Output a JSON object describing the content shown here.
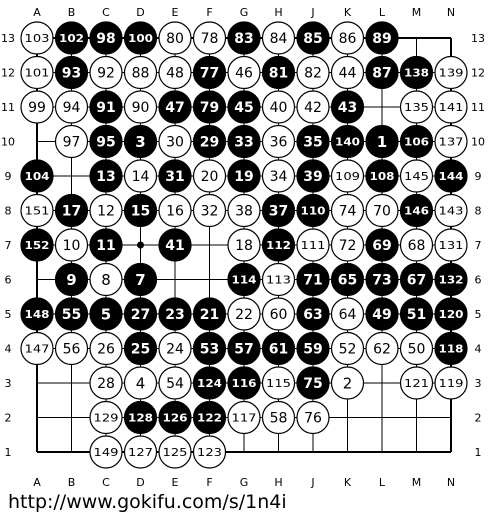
{
  "columns": [
    "A",
    "B",
    "C",
    "D",
    "E",
    "F",
    "G",
    "H",
    "J",
    "K",
    "L",
    "M",
    "N"
  ],
  "rows": [
    "13",
    "12",
    "11",
    "10",
    "9",
    "8",
    "7",
    "6",
    "5",
    "4",
    "3",
    "2",
    "1"
  ],
  "colors": {
    "black_stone": "#000000",
    "white_stone": "#ffffff",
    "line": "#000000",
    "background": "#ffffff"
  },
  "star_points": [
    [
      3,
      6
    ]
  ],
  "stones": [
    {
      "c": 0,
      "r": 0,
      "color": "W",
      "label": "103"
    },
    {
      "c": 1,
      "r": 0,
      "color": "B",
      "label": "102"
    },
    {
      "c": 2,
      "r": 0,
      "color": "B",
      "label": "98"
    },
    {
      "c": 3,
      "r": 0,
      "color": "B",
      "label": "100"
    },
    {
      "c": 4,
      "r": 0,
      "color": "W",
      "label": "80"
    },
    {
      "c": 5,
      "r": 0,
      "color": "W",
      "label": "78"
    },
    {
      "c": 6,
      "r": 0,
      "color": "B",
      "label": "83"
    },
    {
      "c": 7,
      "r": 0,
      "color": "W",
      "label": "84"
    },
    {
      "c": 8,
      "r": 0,
      "color": "B",
      "label": "85"
    },
    {
      "c": 9,
      "r": 0,
      "color": "W",
      "label": "86"
    },
    {
      "c": 10,
      "r": 0,
      "color": "B",
      "label": "89"
    },
    {
      "c": 0,
      "r": 1,
      "color": "W",
      "label": "101"
    },
    {
      "c": 1,
      "r": 1,
      "color": "B",
      "label": "93"
    },
    {
      "c": 2,
      "r": 1,
      "color": "W",
      "label": "92"
    },
    {
      "c": 3,
      "r": 1,
      "color": "W",
      "label": "88"
    },
    {
      "c": 4,
      "r": 1,
      "color": "W",
      "label": "48"
    },
    {
      "c": 5,
      "r": 1,
      "color": "B",
      "label": "77"
    },
    {
      "c": 6,
      "r": 1,
      "color": "W",
      "label": "46"
    },
    {
      "c": 7,
      "r": 1,
      "color": "B",
      "label": "81"
    },
    {
      "c": 8,
      "r": 1,
      "color": "W",
      "label": "82"
    },
    {
      "c": 9,
      "r": 1,
      "color": "W",
      "label": "44"
    },
    {
      "c": 10,
      "r": 1,
      "color": "B",
      "label": "87"
    },
    {
      "c": 11,
      "r": 1,
      "color": "B",
      "label": "138"
    },
    {
      "c": 12,
      "r": 1,
      "color": "W",
      "label": "139"
    },
    {
      "c": 0,
      "r": 2,
      "color": "W",
      "label": "99"
    },
    {
      "c": 1,
      "r": 2,
      "color": "W",
      "label": "94"
    },
    {
      "c": 2,
      "r": 2,
      "color": "B",
      "label": "91"
    },
    {
      "c": 3,
      "r": 2,
      "color": "W",
      "label": "90"
    },
    {
      "c": 4,
      "r": 2,
      "color": "B",
      "label": "47"
    },
    {
      "c": 5,
      "r": 2,
      "color": "B",
      "label": "79"
    },
    {
      "c": 6,
      "r": 2,
      "color": "B",
      "label": "45"
    },
    {
      "c": 7,
      "r": 2,
      "color": "W",
      "label": "40"
    },
    {
      "c": 8,
      "r": 2,
      "color": "W",
      "label": "42"
    },
    {
      "c": 9,
      "r": 2,
      "color": "B",
      "label": "43"
    },
    {
      "c": 11,
      "r": 2,
      "color": "W",
      "label": "135"
    },
    {
      "c": 12,
      "r": 2,
      "color": "W",
      "label": "141"
    },
    {
      "c": 1,
      "r": 3,
      "color": "W",
      "label": "97"
    },
    {
      "c": 2,
      "r": 3,
      "color": "B",
      "label": "95"
    },
    {
      "c": 3,
      "r": 3,
      "color": "B",
      "label": "3"
    },
    {
      "c": 4,
      "r": 3,
      "color": "W",
      "label": "30"
    },
    {
      "c": 5,
      "r": 3,
      "color": "B",
      "label": "29"
    },
    {
      "c": 6,
      "r": 3,
      "color": "B",
      "label": "33"
    },
    {
      "c": 7,
      "r": 3,
      "color": "W",
      "label": "36"
    },
    {
      "c": 8,
      "r": 3,
      "color": "B",
      "label": "35"
    },
    {
      "c": 9,
      "r": 3,
      "color": "B",
      "label": "140"
    },
    {
      "c": 10,
      "r": 3,
      "color": "B",
      "label": "1"
    },
    {
      "c": 11,
      "r": 3,
      "color": "B",
      "label": "106"
    },
    {
      "c": 12,
      "r": 3,
      "color": "W",
      "label": "137"
    },
    {
      "c": 0,
      "r": 4,
      "color": "B",
      "label": "104"
    },
    {
      "c": 2,
      "r": 4,
      "color": "B",
      "label": "13"
    },
    {
      "c": 3,
      "r": 4,
      "color": "W",
      "label": "14"
    },
    {
      "c": 4,
      "r": 4,
      "color": "B",
      "label": "31"
    },
    {
      "c": 5,
      "r": 4,
      "color": "W",
      "label": "20"
    },
    {
      "c": 6,
      "r": 4,
      "color": "B",
      "label": "19"
    },
    {
      "c": 7,
      "r": 4,
      "color": "W",
      "label": "34"
    },
    {
      "c": 8,
      "r": 4,
      "color": "B",
      "label": "39"
    },
    {
      "c": 9,
      "r": 4,
      "color": "W",
      "label": "109"
    },
    {
      "c": 10,
      "r": 4,
      "color": "B",
      "label": "108"
    },
    {
      "c": 11,
      "r": 4,
      "color": "W",
      "label": "145"
    },
    {
      "c": 12,
      "r": 4,
      "color": "B",
      "label": "144"
    },
    {
      "c": 0,
      "r": 5,
      "color": "W",
      "label": "151"
    },
    {
      "c": 1,
      "r": 5,
      "color": "B",
      "label": "17"
    },
    {
      "c": 2,
      "r": 5,
      "color": "W",
      "label": "12"
    },
    {
      "c": 3,
      "r": 5,
      "color": "B",
      "label": "15"
    },
    {
      "c": 4,
      "r": 5,
      "color": "W",
      "label": "16"
    },
    {
      "c": 5,
      "r": 5,
      "color": "W",
      "label": "32"
    },
    {
      "c": 6,
      "r": 5,
      "color": "W",
      "label": "38"
    },
    {
      "c": 7,
      "r": 5,
      "color": "B",
      "label": "37"
    },
    {
      "c": 8,
      "r": 5,
      "color": "B",
      "label": "110"
    },
    {
      "c": 9,
      "r": 5,
      "color": "W",
      "label": "74"
    },
    {
      "c": 10,
      "r": 5,
      "color": "W",
      "label": "70"
    },
    {
      "c": 11,
      "r": 5,
      "color": "B",
      "label": "146"
    },
    {
      "c": 12,
      "r": 5,
      "color": "W",
      "label": "143"
    },
    {
      "c": 0,
      "r": 6,
      "color": "B",
      "label": "152"
    },
    {
      "c": 1,
      "r": 6,
      "color": "W",
      "label": "10"
    },
    {
      "c": 2,
      "r": 6,
      "color": "B",
      "label": "11"
    },
    {
      "c": 4,
      "r": 6,
      "color": "B",
      "label": "41"
    },
    {
      "c": 6,
      "r": 6,
      "color": "W",
      "label": "18"
    },
    {
      "c": 7,
      "r": 6,
      "color": "B",
      "label": "112"
    },
    {
      "c": 8,
      "r": 6,
      "color": "W",
      "label": "111"
    },
    {
      "c": 9,
      "r": 6,
      "color": "W",
      "label": "72"
    },
    {
      "c": 10,
      "r": 6,
      "color": "B",
      "label": "69"
    },
    {
      "c": 11,
      "r": 6,
      "color": "W",
      "label": "68"
    },
    {
      "c": 12,
      "r": 6,
      "color": "W",
      "label": "131"
    },
    {
      "c": 1,
      "r": 7,
      "color": "B",
      "label": "9"
    },
    {
      "c": 2,
      "r": 7,
      "color": "W",
      "label": "8"
    },
    {
      "c": 3,
      "r": 7,
      "color": "B",
      "label": "7"
    },
    {
      "c": 6,
      "r": 7,
      "color": "B",
      "label": "114"
    },
    {
      "c": 7,
      "r": 7,
      "color": "W",
      "label": "113"
    },
    {
      "c": 8,
      "r": 7,
      "color": "B",
      "label": "71"
    },
    {
      "c": 9,
      "r": 7,
      "color": "B",
      "label": "65"
    },
    {
      "c": 10,
      "r": 7,
      "color": "B",
      "label": "73"
    },
    {
      "c": 11,
      "r": 7,
      "color": "B",
      "label": "67"
    },
    {
      "c": 12,
      "r": 7,
      "color": "B",
      "label": "132"
    },
    {
      "c": 0,
      "r": 8,
      "color": "B",
      "label": "148"
    },
    {
      "c": 1,
      "r": 8,
      "color": "B",
      "label": "55"
    },
    {
      "c": 2,
      "r": 8,
      "color": "B",
      "label": "5"
    },
    {
      "c": 3,
      "r": 8,
      "color": "B",
      "label": "27"
    },
    {
      "c": 4,
      "r": 8,
      "color": "B",
      "label": "23"
    },
    {
      "c": 5,
      "r": 8,
      "color": "B",
      "label": "21"
    },
    {
      "c": 6,
      "r": 8,
      "color": "W",
      "label": "22"
    },
    {
      "c": 7,
      "r": 8,
      "color": "W",
      "label": "60"
    },
    {
      "c": 8,
      "r": 8,
      "color": "B",
      "label": "63"
    },
    {
      "c": 9,
      "r": 8,
      "color": "W",
      "label": "64"
    },
    {
      "c": 10,
      "r": 8,
      "color": "B",
      "label": "49"
    },
    {
      "c": 11,
      "r": 8,
      "color": "B",
      "label": "51"
    },
    {
      "c": 12,
      "r": 8,
      "color": "B",
      "label": "120"
    },
    {
      "c": 0,
      "r": 9,
      "color": "W",
      "label": "147"
    },
    {
      "c": 1,
      "r": 9,
      "color": "W",
      "label": "56"
    },
    {
      "c": 2,
      "r": 9,
      "color": "W",
      "label": "26"
    },
    {
      "c": 3,
      "r": 9,
      "color": "B",
      "label": "25"
    },
    {
      "c": 4,
      "r": 9,
      "color": "W",
      "label": "24"
    },
    {
      "c": 5,
      "r": 9,
      "color": "B",
      "label": "53"
    },
    {
      "c": 6,
      "r": 9,
      "color": "B",
      "label": "57"
    },
    {
      "c": 7,
      "r": 9,
      "color": "B",
      "label": "61"
    },
    {
      "c": 8,
      "r": 9,
      "color": "B",
      "label": "59"
    },
    {
      "c": 9,
      "r": 9,
      "color": "W",
      "label": "52"
    },
    {
      "c": 10,
      "r": 9,
      "color": "W",
      "label": "62"
    },
    {
      "c": 11,
      "r": 9,
      "color": "W",
      "label": "50"
    },
    {
      "c": 12,
      "r": 9,
      "color": "B",
      "label": "118"
    },
    {
      "c": 2,
      "r": 10,
      "color": "W",
      "label": "28"
    },
    {
      "c": 3,
      "r": 10,
      "color": "W",
      "label": "4"
    },
    {
      "c": 4,
      "r": 10,
      "color": "W",
      "label": "54"
    },
    {
      "c": 5,
      "r": 10,
      "color": "B",
      "label": "124"
    },
    {
      "c": 6,
      "r": 10,
      "color": "B",
      "label": "116"
    },
    {
      "c": 7,
      "r": 10,
      "color": "W",
      "label": "115"
    },
    {
      "c": 8,
      "r": 10,
      "color": "B",
      "label": "75"
    },
    {
      "c": 9,
      "r": 10,
      "color": "W",
      "label": "2"
    },
    {
      "c": 11,
      "r": 10,
      "color": "W",
      "label": "121"
    },
    {
      "c": 12,
      "r": 10,
      "color": "W",
      "label": "119"
    },
    {
      "c": 2,
      "r": 11,
      "color": "W",
      "label": "129"
    },
    {
      "c": 3,
      "r": 11,
      "color": "B",
      "label": "128"
    },
    {
      "c": 4,
      "r": 11,
      "color": "B",
      "label": "126"
    },
    {
      "c": 5,
      "r": 11,
      "color": "B",
      "label": "122"
    },
    {
      "c": 6,
      "r": 11,
      "color": "W",
      "label": "117"
    },
    {
      "c": 7,
      "r": 11,
      "color": "W",
      "label": "58"
    },
    {
      "c": 8,
      "r": 11,
      "color": "W",
      "label": "76"
    },
    {
      "c": 2,
      "r": 12,
      "color": "W",
      "label": "149"
    },
    {
      "c": 3,
      "r": 12,
      "color": "W",
      "label": "127"
    },
    {
      "c": 4,
      "r": 12,
      "color": "W",
      "label": "125"
    },
    {
      "c": 5,
      "r": 12,
      "color": "W",
      "label": "123"
    }
  ],
  "footer": {
    "url": "http://www.gokifu.com/s/1n4i"
  }
}
